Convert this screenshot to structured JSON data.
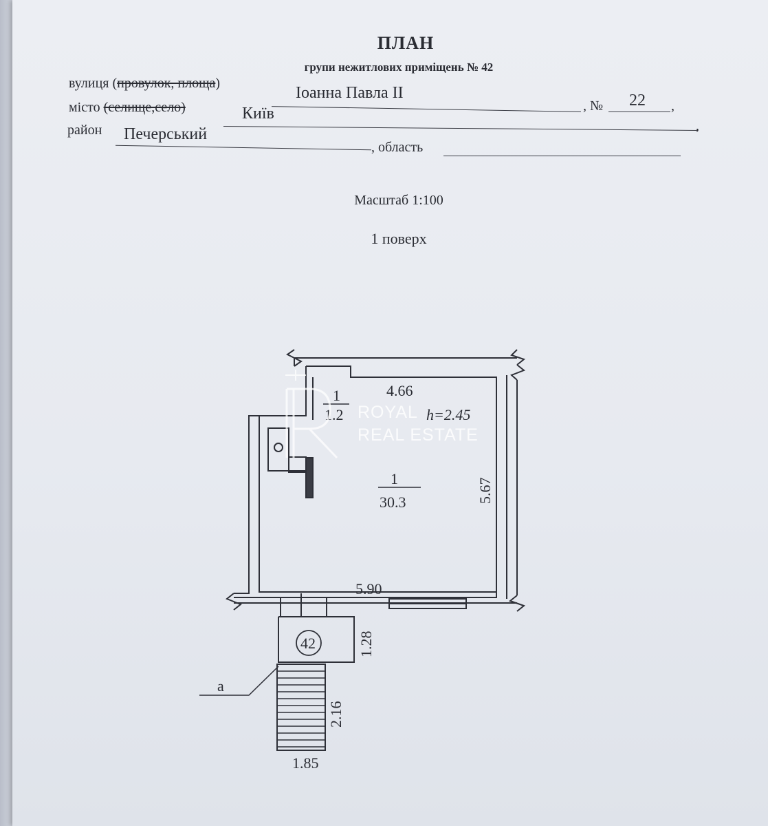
{
  "header": {
    "title": "ПЛАН",
    "subtitle": "групи нежитлових приміщень № 42"
  },
  "address": {
    "street_label": "вулиця (",
    "street_label_struck": "провулок, площа",
    "street_label_close": ")",
    "street_value": "Іоанна Павла ІІ",
    "number_label": ", №",
    "number_value": "22",
    "number_tail": ",",
    "city_label": "місто",
    "city_label_struck": "(селище,село)",
    "city_value": "Київ",
    "city_tail": ",",
    "district_label": "район",
    "district_value": "Печерський",
    "region_label": ", область"
  },
  "scale": "Масштаб 1:100",
  "floor": "1 поверх",
  "plan": {
    "dim_top": "4.66",
    "dim_right": "5.67",
    "dim_bottom": "5.90",
    "room_small_number": "1",
    "room_small_area": "1.2",
    "height_label": "h=2.45",
    "room_main_number": "1",
    "room_main_area": "30.3",
    "unit_number": "42",
    "dim_porch": "1.28",
    "dim_stairs": "2.16",
    "dim_stairs_width": "1.85",
    "callout": "a"
  },
  "watermark": {
    "line1": "ROYAL",
    "line2": "REAL ESTATE"
  }
}
